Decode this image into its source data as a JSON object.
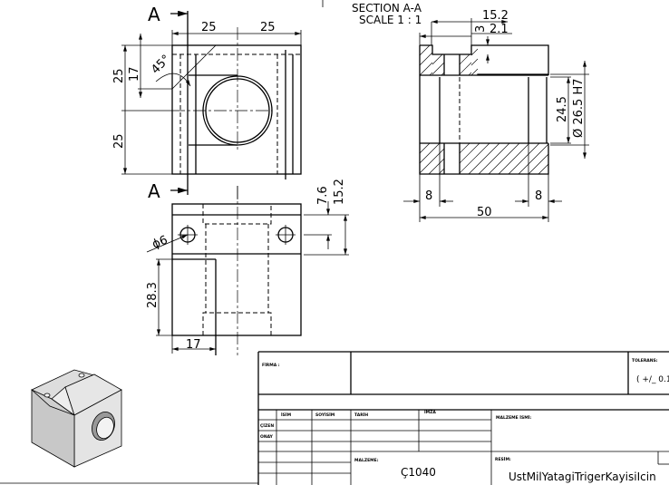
{
  "views": {
    "section_marker": "A",
    "section_title": "SECTION A-A",
    "section_scale": "SCALE 1 : 1"
  },
  "dimensions": {
    "top_width_left": "25",
    "top_width_right": "25",
    "top_height_upper": "25",
    "top_height_lower": "25",
    "chamfer_height": "17",
    "chamfer_angle": "45°",
    "hole_diameter": "ϕ6",
    "front_hole_offset": "7.6",
    "front_slot_depth": "15.2",
    "front_height": "28.3",
    "front_width": "17",
    "section_slot_width": "15.2",
    "section_slot_depth_a": "3",
    "section_slot_depth_b": "2.1",
    "section_bore_inner": "24.5",
    "section_bore_fit": "Ø 26.5 H7",
    "section_counterbore_left": "8",
    "section_counterbore_right": "8",
    "section_total_width": "50"
  },
  "title_block": {
    "firma_label": "FİRMA :",
    "tolerans_label": "TOLERANS:",
    "tolerans_value": "( +/_ 0.1",
    "col_isim": "İSİM",
    "col_soyisim": "SOYİSİM",
    "col_tarih": "TARİH",
    "col_imza": "İMZA",
    "row_cizen": "ÇİZEN",
    "row_onay": "ONAY",
    "malzeme_ismi_label": "MALZEME İSMİ:",
    "malzeme_label": "MALZEME:",
    "malzeme_value": "Ç1040",
    "resim_label": "RESİM:",
    "resim_value": "UstMilYatagiTrigerKayisiIcin"
  }
}
